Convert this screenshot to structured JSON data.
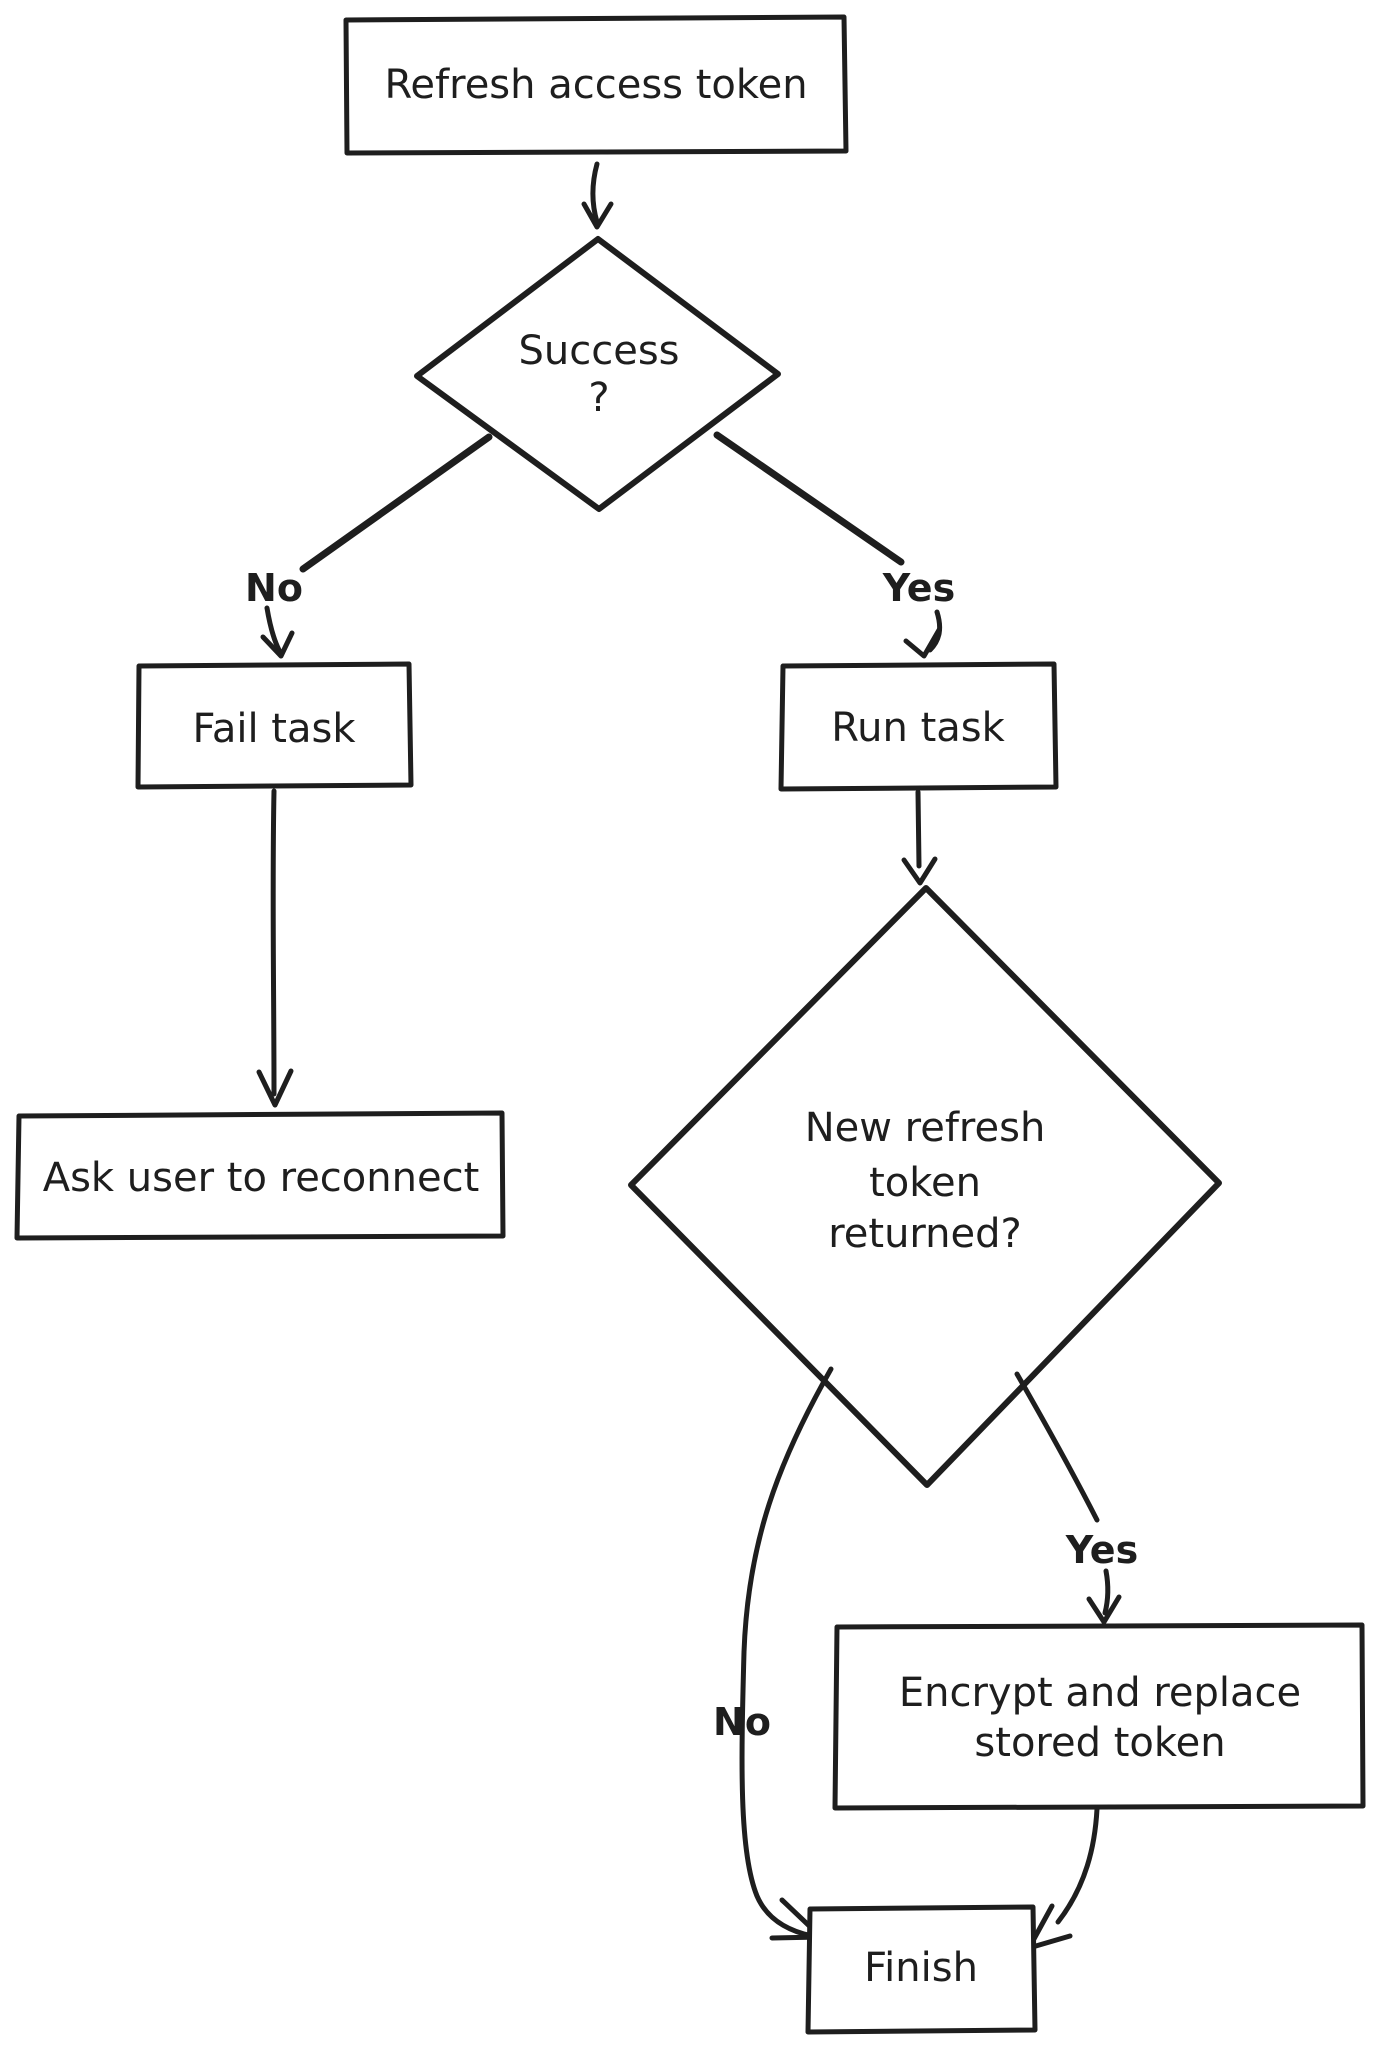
{
  "diagram": {
    "type": "flowchart",
    "colors": {
      "line": "#1e1e1e",
      "shape_fill": "#ffffff",
      "no_label": "#e03131",
      "yes_label": "#2f9e44",
      "background": "#ffffff"
    },
    "nodes": {
      "refresh": {
        "label": "Refresh access token"
      },
      "success": {
        "lines": [
          "Success",
          "?"
        ]
      },
      "fail": {
        "label": "Fail task"
      },
      "reconnect": {
        "label": "Ask user to reconnect"
      },
      "run": {
        "label": "Run task"
      },
      "new_token": {
        "lines": [
          "New refresh",
          "token",
          "returned?"
        ]
      },
      "encrypt": {
        "lines": [
          "Encrypt and replace",
          "stored token"
        ]
      },
      "finish": {
        "label": "Finish"
      }
    },
    "edges": [
      {
        "from": "refresh",
        "to": "success",
        "label": ""
      },
      {
        "from": "success",
        "to": "fail",
        "label": "No",
        "label_color": "#e03131"
      },
      {
        "from": "success",
        "to": "run",
        "label": "Yes",
        "label_color": "#2f9e44"
      },
      {
        "from": "fail",
        "to": "reconnect",
        "label": ""
      },
      {
        "from": "run",
        "to": "new_token",
        "label": ""
      },
      {
        "from": "new_token",
        "to": "finish",
        "label": "No",
        "label_color": "#e03131"
      },
      {
        "from": "new_token",
        "to": "encrypt",
        "label": "Yes",
        "label_color": "#2f9e44"
      },
      {
        "from": "encrypt",
        "to": "finish",
        "label": ""
      }
    ]
  }
}
